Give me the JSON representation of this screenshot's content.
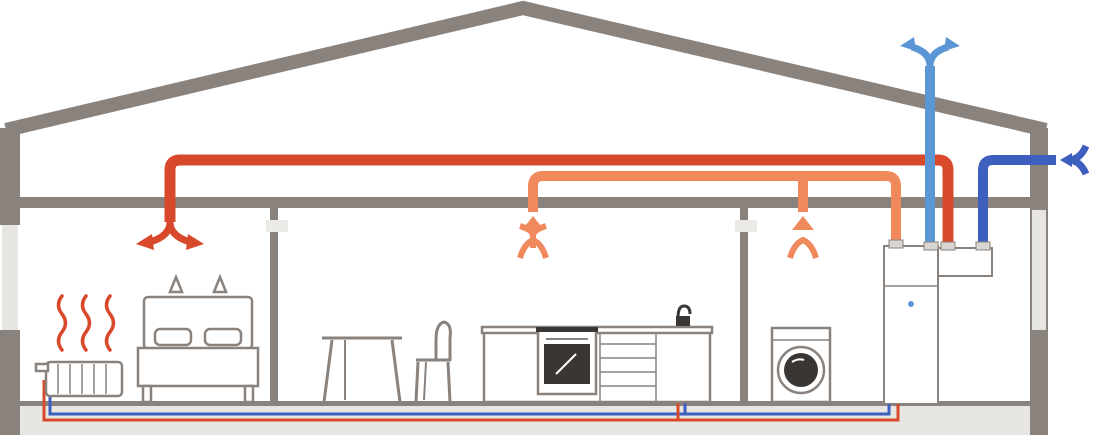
{
  "colors": {
    "wall": "#8a827d",
    "floor_fill": "#e7e6e2",
    "supply_air": "#d8492b",
    "extract_air": "#f08a5d",
    "exhaust_air": "#5b97d5",
    "fresh_air": "#3d5fbd",
    "hot_water": "#d8492b",
    "cold_water": "#3d5fbd",
    "furniture_stroke": "#8a827d",
    "furniture_fill": "#ffffff",
    "appliance_dark": "#3a3633"
  },
  "diagram": {
    "rooms": [
      "bedroom",
      "living-kitchen",
      "utility"
    ],
    "components": [
      "roof",
      "ceiling",
      "exterior-walls",
      "partition-walls",
      "floor-slab",
      "supply-air-duct",
      "extract-air-duct",
      "exhaust-air-duct",
      "fresh-air-duct",
      "heat-pump-unit",
      "ventilation-unit",
      "radiator",
      "bed",
      "table",
      "chair",
      "kitchen-counter",
      "oven",
      "sink-tap",
      "washing-machine",
      "hot-water-pipe",
      "cold-water-pipe"
    ]
  }
}
